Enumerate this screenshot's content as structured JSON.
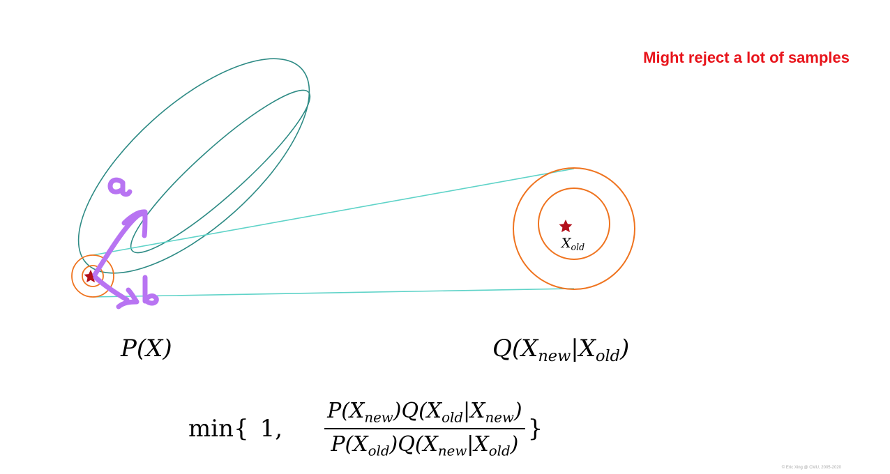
{
  "headline": "Might reject a lot of samples",
  "labels": {
    "p_fn": "P(X)",
    "q_fn": "Q(X",
    "q_new": "new",
    "q_bar": "|X",
    "q_old": "old",
    "q_close": ")",
    "x_old_base": "X",
    "x_old_sub": "old"
  },
  "formula": {
    "min_label": "min{",
    "one": "1,",
    "numerator": {
      "p_open": "P(X",
      "p_sub": "new",
      "p_close": ")",
      "q_open": "Q(X",
      "q_sub1": "old",
      "q_bar": "|X",
      "q_sub2": "new",
      "q_close": ")"
    },
    "denominator": {
      "p_open": "P(X",
      "p_sub": "old",
      "p_close": ")",
      "q_open": "Q(X",
      "q_sub1": "new",
      "q_bar": "|X",
      "q_sub2": "old",
      "q_close": ")"
    },
    "close": "}"
  },
  "annotations": {
    "a": "a",
    "b": "b"
  },
  "copyright": "© Eric Xing @ CMU, 2005-2020",
  "colors": {
    "ellipse": "#2e8b85",
    "circle": "#ef7420",
    "connector": "#5fd3c8",
    "star": "#b3101b",
    "annotation": "#b874f2",
    "headline": "#e8141b"
  }
}
